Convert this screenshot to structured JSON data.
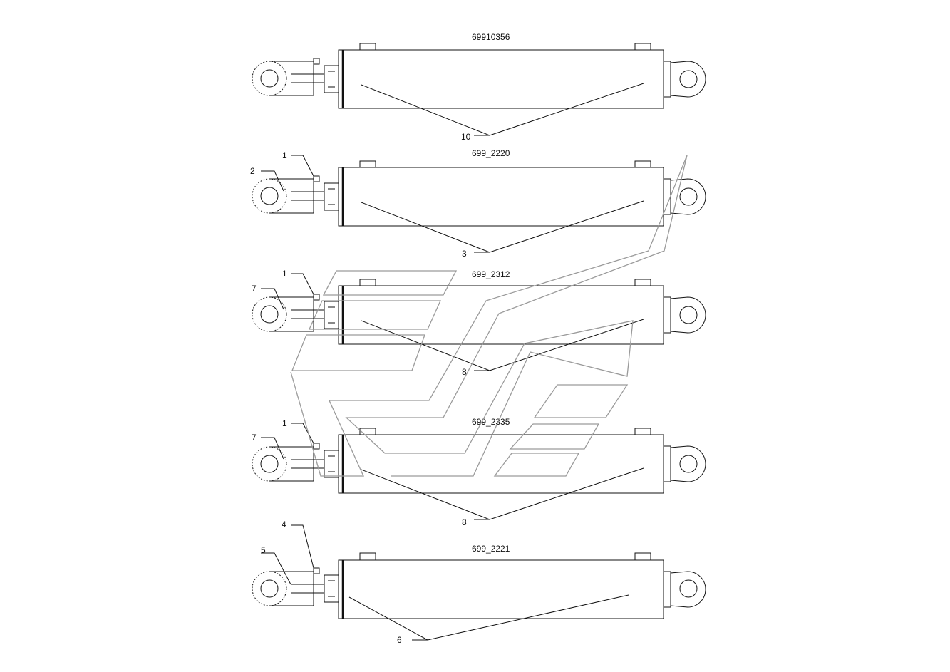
{
  "cylinders": [
    {
      "part_number": "69910356",
      "callouts": [
        "10"
      ]
    },
    {
      "part_number": "699_2220",
      "callouts": [
        "1",
        "2",
        "3"
      ]
    },
    {
      "part_number": "699_2312",
      "callouts": [
        "1",
        "7",
        "8"
      ]
    },
    {
      "part_number": "699_2335",
      "callouts": [
        "1",
        "7",
        "8"
      ]
    },
    {
      "part_number": "699_2221",
      "callouts": [
        "4",
        "5",
        "6"
      ]
    }
  ],
  "watermark": {
    "icon": "stylized-logo-watermark",
    "color": "#9a9a9a"
  }
}
